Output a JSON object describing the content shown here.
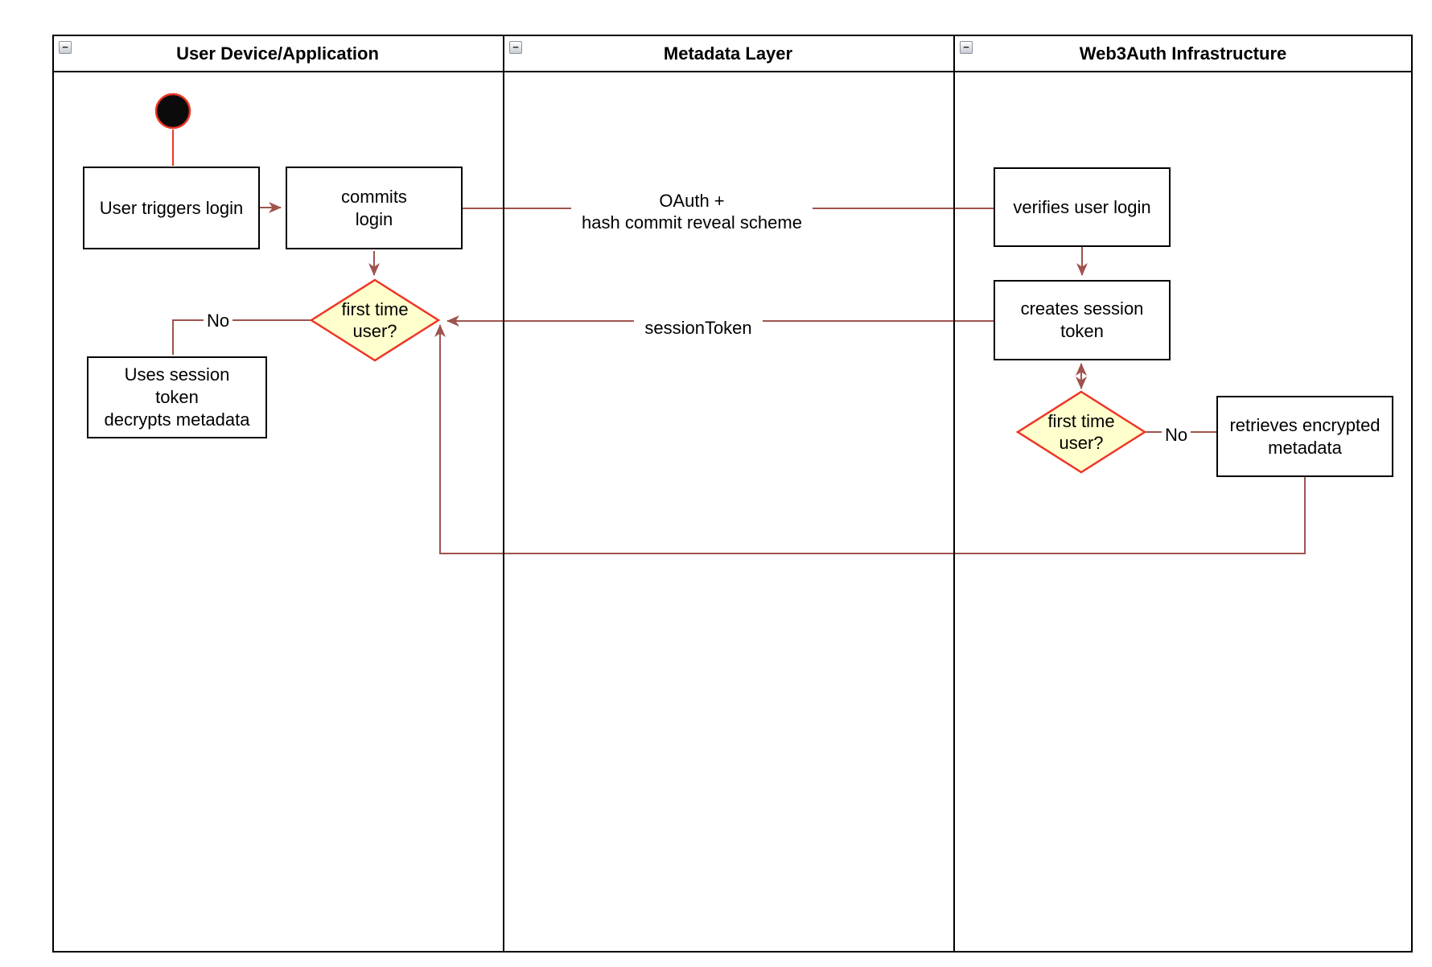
{
  "diagram": {
    "lanes": [
      {
        "label": "User Device/Application",
        "collapse_icon": "−"
      },
      {
        "label": "Metadata Layer",
        "collapse_icon": "−"
      },
      {
        "label": "Web3Auth Infrastructure",
        "collapse_icon": "−"
      }
    ],
    "nodes": {
      "user_triggers_login": "User triggers login",
      "commits_login": "commits\nlogin",
      "decision_first_time_user_1": "first time\nuser?",
      "uses_session_token": "Uses session\ntoken\ndecrypts metadata",
      "verifies_user_login": "verifies user login",
      "creates_session_token": "creates session\ntoken",
      "decision_first_time_user_2": "first time\nuser?",
      "retrieves_encrypted_metadata": "retrieves encrypted\nmetadata"
    },
    "edge_labels": {
      "oauth": "OAuth +\nhash commit reveal scheme",
      "session_token": "sessionToken",
      "no_1": "No",
      "no_2": "No"
    },
    "colors": {
      "connector": "#9e544d",
      "accent_red": "#ee3626",
      "decision_fill": "#ffffcd",
      "shape_border": "#000000"
    }
  }
}
